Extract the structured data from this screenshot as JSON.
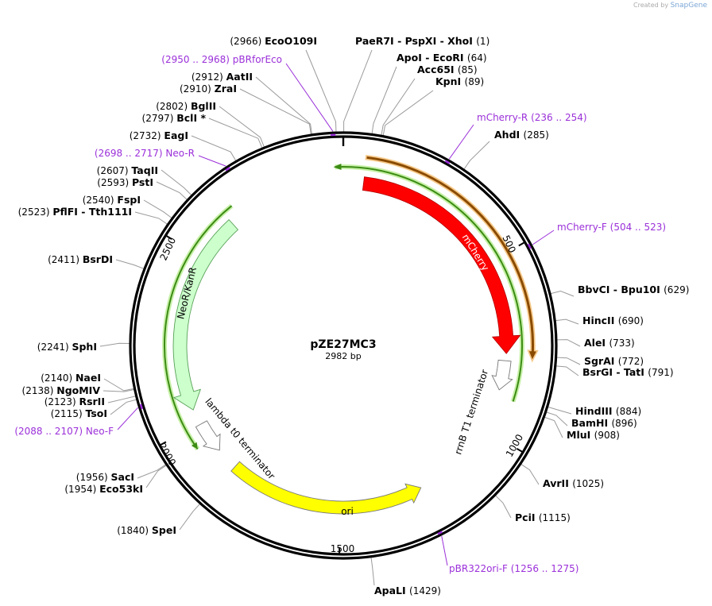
{
  "credit": {
    "prefix": "Created by",
    "brand": "SnapGene"
  },
  "plasmid": {
    "name": "pZE27MC3",
    "size": "2982 bp",
    "length": 2982
  },
  "ticks": [
    "500",
    "1000",
    "1500",
    "2000",
    "2500"
  ],
  "colors": {
    "mcherry": "#ff0000",
    "ori": "#ffff00",
    "neor": "#ccffcc",
    "primer": "#9b30d9",
    "orange_band": "#f0a030",
    "green_band": "#3c8c14"
  },
  "features": [
    {
      "id": "mcherry",
      "label": "mCherry",
      "start": 59,
      "end": 769
    },
    {
      "id": "rrnb",
      "label": "rrnB T1 terminator",
      "start": 790,
      "end": 877
    },
    {
      "id": "ori",
      "label": "ori",
      "start": 1254,
      "end": 1837
    },
    {
      "id": "lambda",
      "label": "lambda t0 terminator",
      "start": 1903,
      "end": 1997
    },
    {
      "id": "neor",
      "label": "NeoR/KanR",
      "start": 2044,
      "end": 2632
    }
  ],
  "sites": [
    {
      "key": "ecoo109i",
      "name": "EcoO109I",
      "pos": "(2966)",
      "bp": 2966
    },
    {
      "key": "paer7i",
      "name": "PaeR7I  - PspXI  - XhoI",
      "pos": "(1)",
      "bp": 1
    },
    {
      "key": "apoi",
      "name": "ApoI  - EcoRI",
      "pos": "(64)",
      "bp": 64
    },
    {
      "key": "acc65i",
      "name": "Acc65I",
      "pos": "(85)",
      "bp": 85
    },
    {
      "key": "kpni",
      "name": "KpnI",
      "pos": "(89)",
      "bp": 89
    },
    {
      "key": "ahdi",
      "name": "AhdI",
      "pos": "(285)",
      "bp": 285
    },
    {
      "key": "bbvci",
      "name": "BbvCI  - Bpu10I",
      "pos": "(629)",
      "bp": 629
    },
    {
      "key": "hincii",
      "name": "HincII",
      "pos": "(690)",
      "bp": 690
    },
    {
      "key": "alei",
      "name": "AleI",
      "pos": "(733)",
      "bp": 733
    },
    {
      "key": "sgrai",
      "name": "SgrAI",
      "pos": "(772)",
      "bp": 772
    },
    {
      "key": "bsrgi",
      "name": "BsrGI  - TatI",
      "pos": "(791)",
      "bp": 791
    },
    {
      "key": "hindiii",
      "name": "HindIII",
      "pos": "(884)",
      "bp": 884
    },
    {
      "key": "bamhi",
      "name": "BamHI",
      "pos": "(896)",
      "bp": 896
    },
    {
      "key": "mlui",
      "name": "MluI",
      "pos": "(908)",
      "bp": 908
    },
    {
      "key": "avrii",
      "name": "AvrII",
      "pos": "(1025)",
      "bp": 1025
    },
    {
      "key": "pcii",
      "name": "PciI",
      "pos": "(1115)",
      "bp": 1115
    },
    {
      "key": "apali",
      "name": "ApaLI",
      "pos": "(1429)",
      "bp": 1429
    },
    {
      "key": "spei",
      "name": "SpeI",
      "pos": "(1840)",
      "bp": 1840
    },
    {
      "key": "saci",
      "name": "SacI",
      "pos": "(1956)",
      "bp": 1956
    },
    {
      "key": "eco53ki",
      "name": "Eco53kI",
      "pos": "(1954)",
      "bp": 1954
    },
    {
      "key": "tsoi",
      "name": "TsoI",
      "pos": "(2115)",
      "bp": 2115
    },
    {
      "key": "rsrii",
      "name": "RsrII",
      "pos": "(2123)",
      "bp": 2123
    },
    {
      "key": "ngomiv",
      "name": "NgoMIV",
      "pos": "(2138)",
      "bp": 2138
    },
    {
      "key": "naei",
      "name": "NaeI",
      "pos": "(2140)",
      "bp": 2140
    },
    {
      "key": "sphi",
      "name": "SphI",
      "pos": "(2241)",
      "bp": 2241
    },
    {
      "key": "bsrdi",
      "name": "BsrDI",
      "pos": "(2411)",
      "bp": 2411
    },
    {
      "key": "pflfi",
      "name": "PflFI  - Tth111I",
      "pos": "(2523)",
      "bp": 2523
    },
    {
      "key": "fspi",
      "name": "FspI",
      "pos": "(2540)",
      "bp": 2540
    },
    {
      "key": "psti",
      "name": "PstI",
      "pos": "(2593)",
      "bp": 2593
    },
    {
      "key": "taqii",
      "name": "TaqII",
      "pos": "(2607)",
      "bp": 2607
    },
    {
      "key": "eagi",
      "name": "EagI",
      "pos": "(2732)",
      "bp": 2732
    },
    {
      "key": "bcli",
      "name": "BclI *",
      "pos": "(2797)",
      "bp": 2797
    },
    {
      "key": "bglii",
      "name": "BglII",
      "pos": "(2802)",
      "bp": 2802
    },
    {
      "key": "zrai",
      "name": "ZraI",
      "pos": "(2910)",
      "bp": 2910
    },
    {
      "key": "aatii",
      "name": "AatII",
      "pos": "(2912)",
      "bp": 2912
    }
  ],
  "primers": [
    {
      "key": "pbrforeco",
      "name": "pBRforEco",
      "range": "(2950 .. 2968)",
      "bp": 2959
    },
    {
      "key": "mcherry-r",
      "name": "mCherry-R",
      "range": "(236 .. 254)",
      "bp": 245
    },
    {
      "key": "mcherry-f",
      "name": "mCherry-F",
      "range": "(504 .. 523)",
      "bp": 513
    },
    {
      "key": "pbr322ori-f",
      "name": "pBR322ori-F",
      "range": "(1256 .. 1275)",
      "bp": 1265
    },
    {
      "key": "neo-f",
      "name": "Neo-F",
      "range": "(2088 .. 2107)",
      "bp": 2097
    },
    {
      "key": "neo-r",
      "name": "Neo-R",
      "range": "(2698 .. 2717)",
      "bp": 2707
    }
  ]
}
